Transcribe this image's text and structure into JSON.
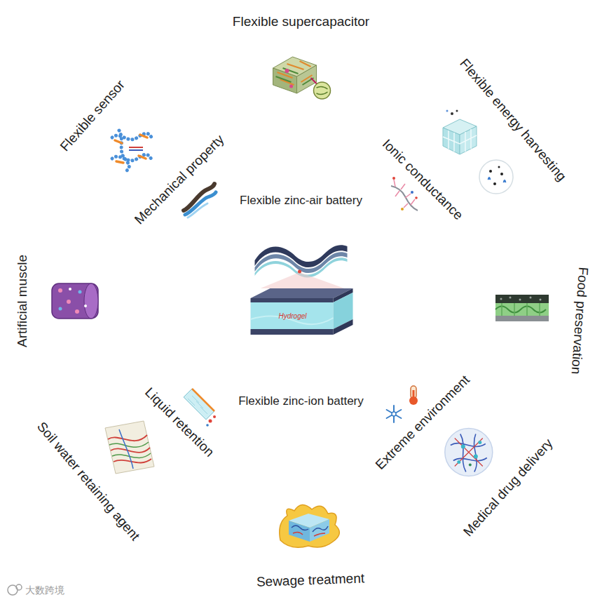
{
  "diagram": {
    "nodes": [
      {
        "text": [
          "Flexible supercapacitor",
          "Flexible energy harvesting",
          "Food preservation",
          "Medical drug delivery",
          "Sewage treatment",
          "Soil water retaining agent",
          "Artificial muscle",
          "Flexible sensor"
        ]
      },
      {
        "text": [
          "Mechanical property"
        ],
        "in": 0
      },
      {
        "text": [
          "Ionic conductance"
        ],
        "in": 0
      },
      {
        "text": [
          "Extreme environment"
        ],
        "in": 0
      },
      {
        "text": [
          "Liquid retention"
        ],
        "in": 0
      },
      {
        "text": [
          "Flexible zinc-air battery",
          "Flexible zinc-ion battery"
        ],
        "in": 0
      }
    ],
    "labels": [
      "Hydrogel",
      "大数跨境"
    ]
  }
}
